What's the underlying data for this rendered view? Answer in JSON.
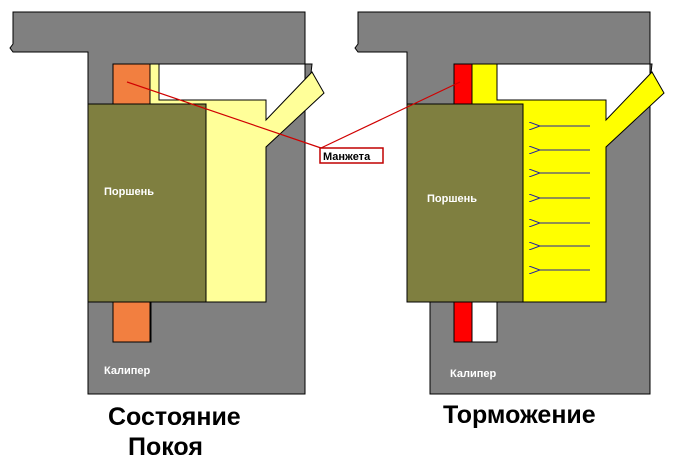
{
  "labels": {
    "piston": "Поршень",
    "caliper": "Калипер",
    "cuff": "Манжета"
  },
  "captions": {
    "rest_line1": "Состояние",
    "rest_line2": "Покоя",
    "braking": "Торможение"
  },
  "colors": {
    "caliper": "#808080",
    "piston": "#7f7f40",
    "fluid_rest": "#ffff99",
    "fluid_pressure": "#ffff00",
    "seal_rest": "#f27f40",
    "seal_braking": "#ff0000",
    "leader_line": "#d00000",
    "pressure_arrow": "#2020a0"
  }
}
